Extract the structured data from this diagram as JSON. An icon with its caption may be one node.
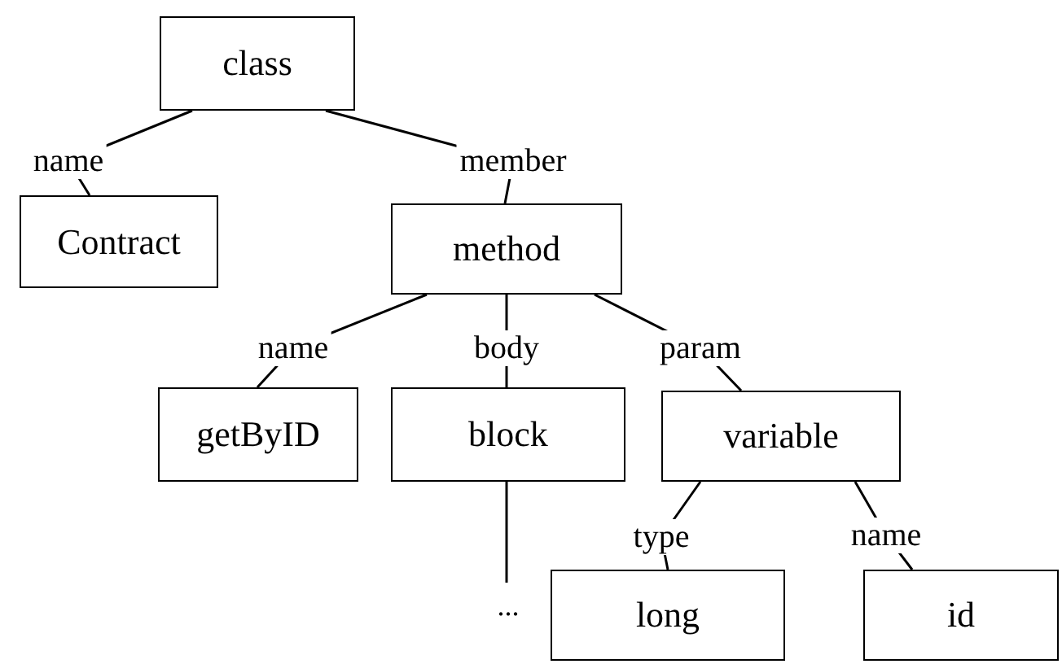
{
  "diagram": {
    "nodes": [
      {
        "text": [
          "class"
        ]
      },
      {
        "text": [
          "Contract"
        ]
      },
      {
        "text": [
          "method"
        ]
      },
      {
        "text": [
          "getByID"
        ]
      },
      {
        "text": [
          "block"
        ]
      },
      {
        "text": [
          "variable"
        ]
      },
      {
        "text": [
          "..."
        ]
      },
      {
        "text": [
          "long"
        ]
      },
      {
        "text": [
          "id"
        ]
      }
    ],
    "edges": [
      {
        "from": 0,
        "to": 1,
        "arrow": "none",
        "label": "name"
      },
      {
        "from": 0,
        "to": 2,
        "arrow": "none",
        "label": "member"
      },
      {
        "from": 2,
        "to": 3,
        "arrow": "none",
        "label": "name"
      },
      {
        "from": 2,
        "to": 4,
        "arrow": "none",
        "label": "body"
      },
      {
        "from": 2,
        "to": 5,
        "arrow": "none",
        "label": "param"
      },
      {
        "from": 4,
        "to": 6,
        "arrow": "none"
      },
      {
        "from": 5,
        "to": 7,
        "arrow": "none",
        "label": "type"
      },
      {
        "from": 5,
        "to": 8,
        "arrow": "none",
        "label": "name"
      }
    ]
  }
}
